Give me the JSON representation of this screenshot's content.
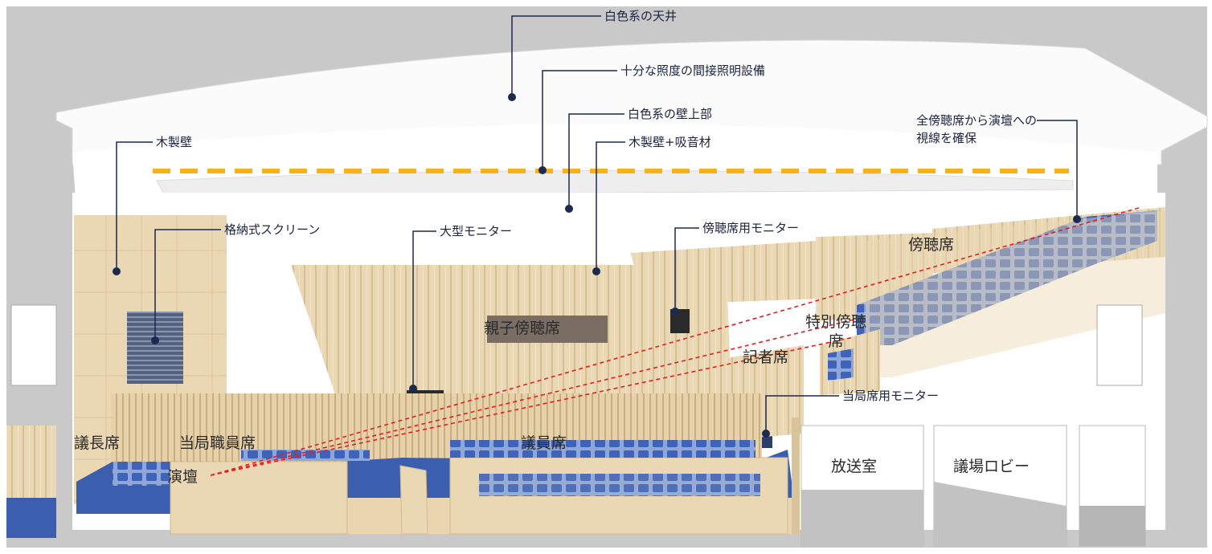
{
  "callouts": {
    "ceiling": "白色系の天井",
    "indirect_lighting": "十分な照度の間接照明設備",
    "upper_wall": "白色系の壁上部",
    "wood_absorb_wall": "木製壁+吸音材",
    "wood_wall": "木製壁",
    "sightline": "全傍聴席から演壇への視線を確保",
    "screen": "格納式スクリーン",
    "large_monitor": "大型モニター",
    "gallery_monitor": "傍聴席用モニター",
    "officials_monitor": "当局席用モニター"
  },
  "zones": {
    "chair_seat": "議長席",
    "officials_seats": "当局職員席",
    "podium": "演壇",
    "member_seats": "議員席",
    "family_gallery": "親子傍聴席",
    "special_gallery": "特別傍聴席",
    "press_seats": "記者席",
    "gallery": "傍聴席",
    "broadcast_room": "放送室",
    "lobby": "議場ロビー"
  },
  "colors": {
    "leader_line": "#1b2a4e",
    "lighting_dash": "#f5b21a",
    "sightline_dash": "#e02020",
    "wood": "#ead7b3",
    "seat_blue": "#3f63b8",
    "floor_blue": "#3b5fae",
    "wall_gray": "#c8c8c8"
  }
}
